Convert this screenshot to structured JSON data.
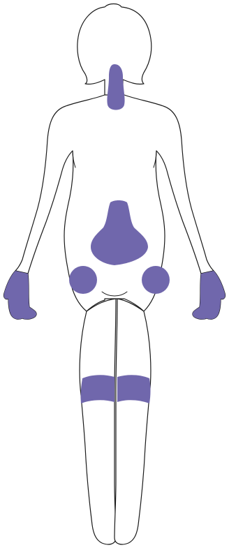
{
  "figure": {
    "view": "front",
    "outline_color": "#1a1a1a",
    "fill_color": "#ffffff",
    "highlight_color": "#7067ac"
  },
  "highlighted_regions": [
    "neck",
    "pelvis",
    "left-hip",
    "right-hip",
    "left-hand",
    "right-hand",
    "left-knee",
    "right-knee"
  ]
}
